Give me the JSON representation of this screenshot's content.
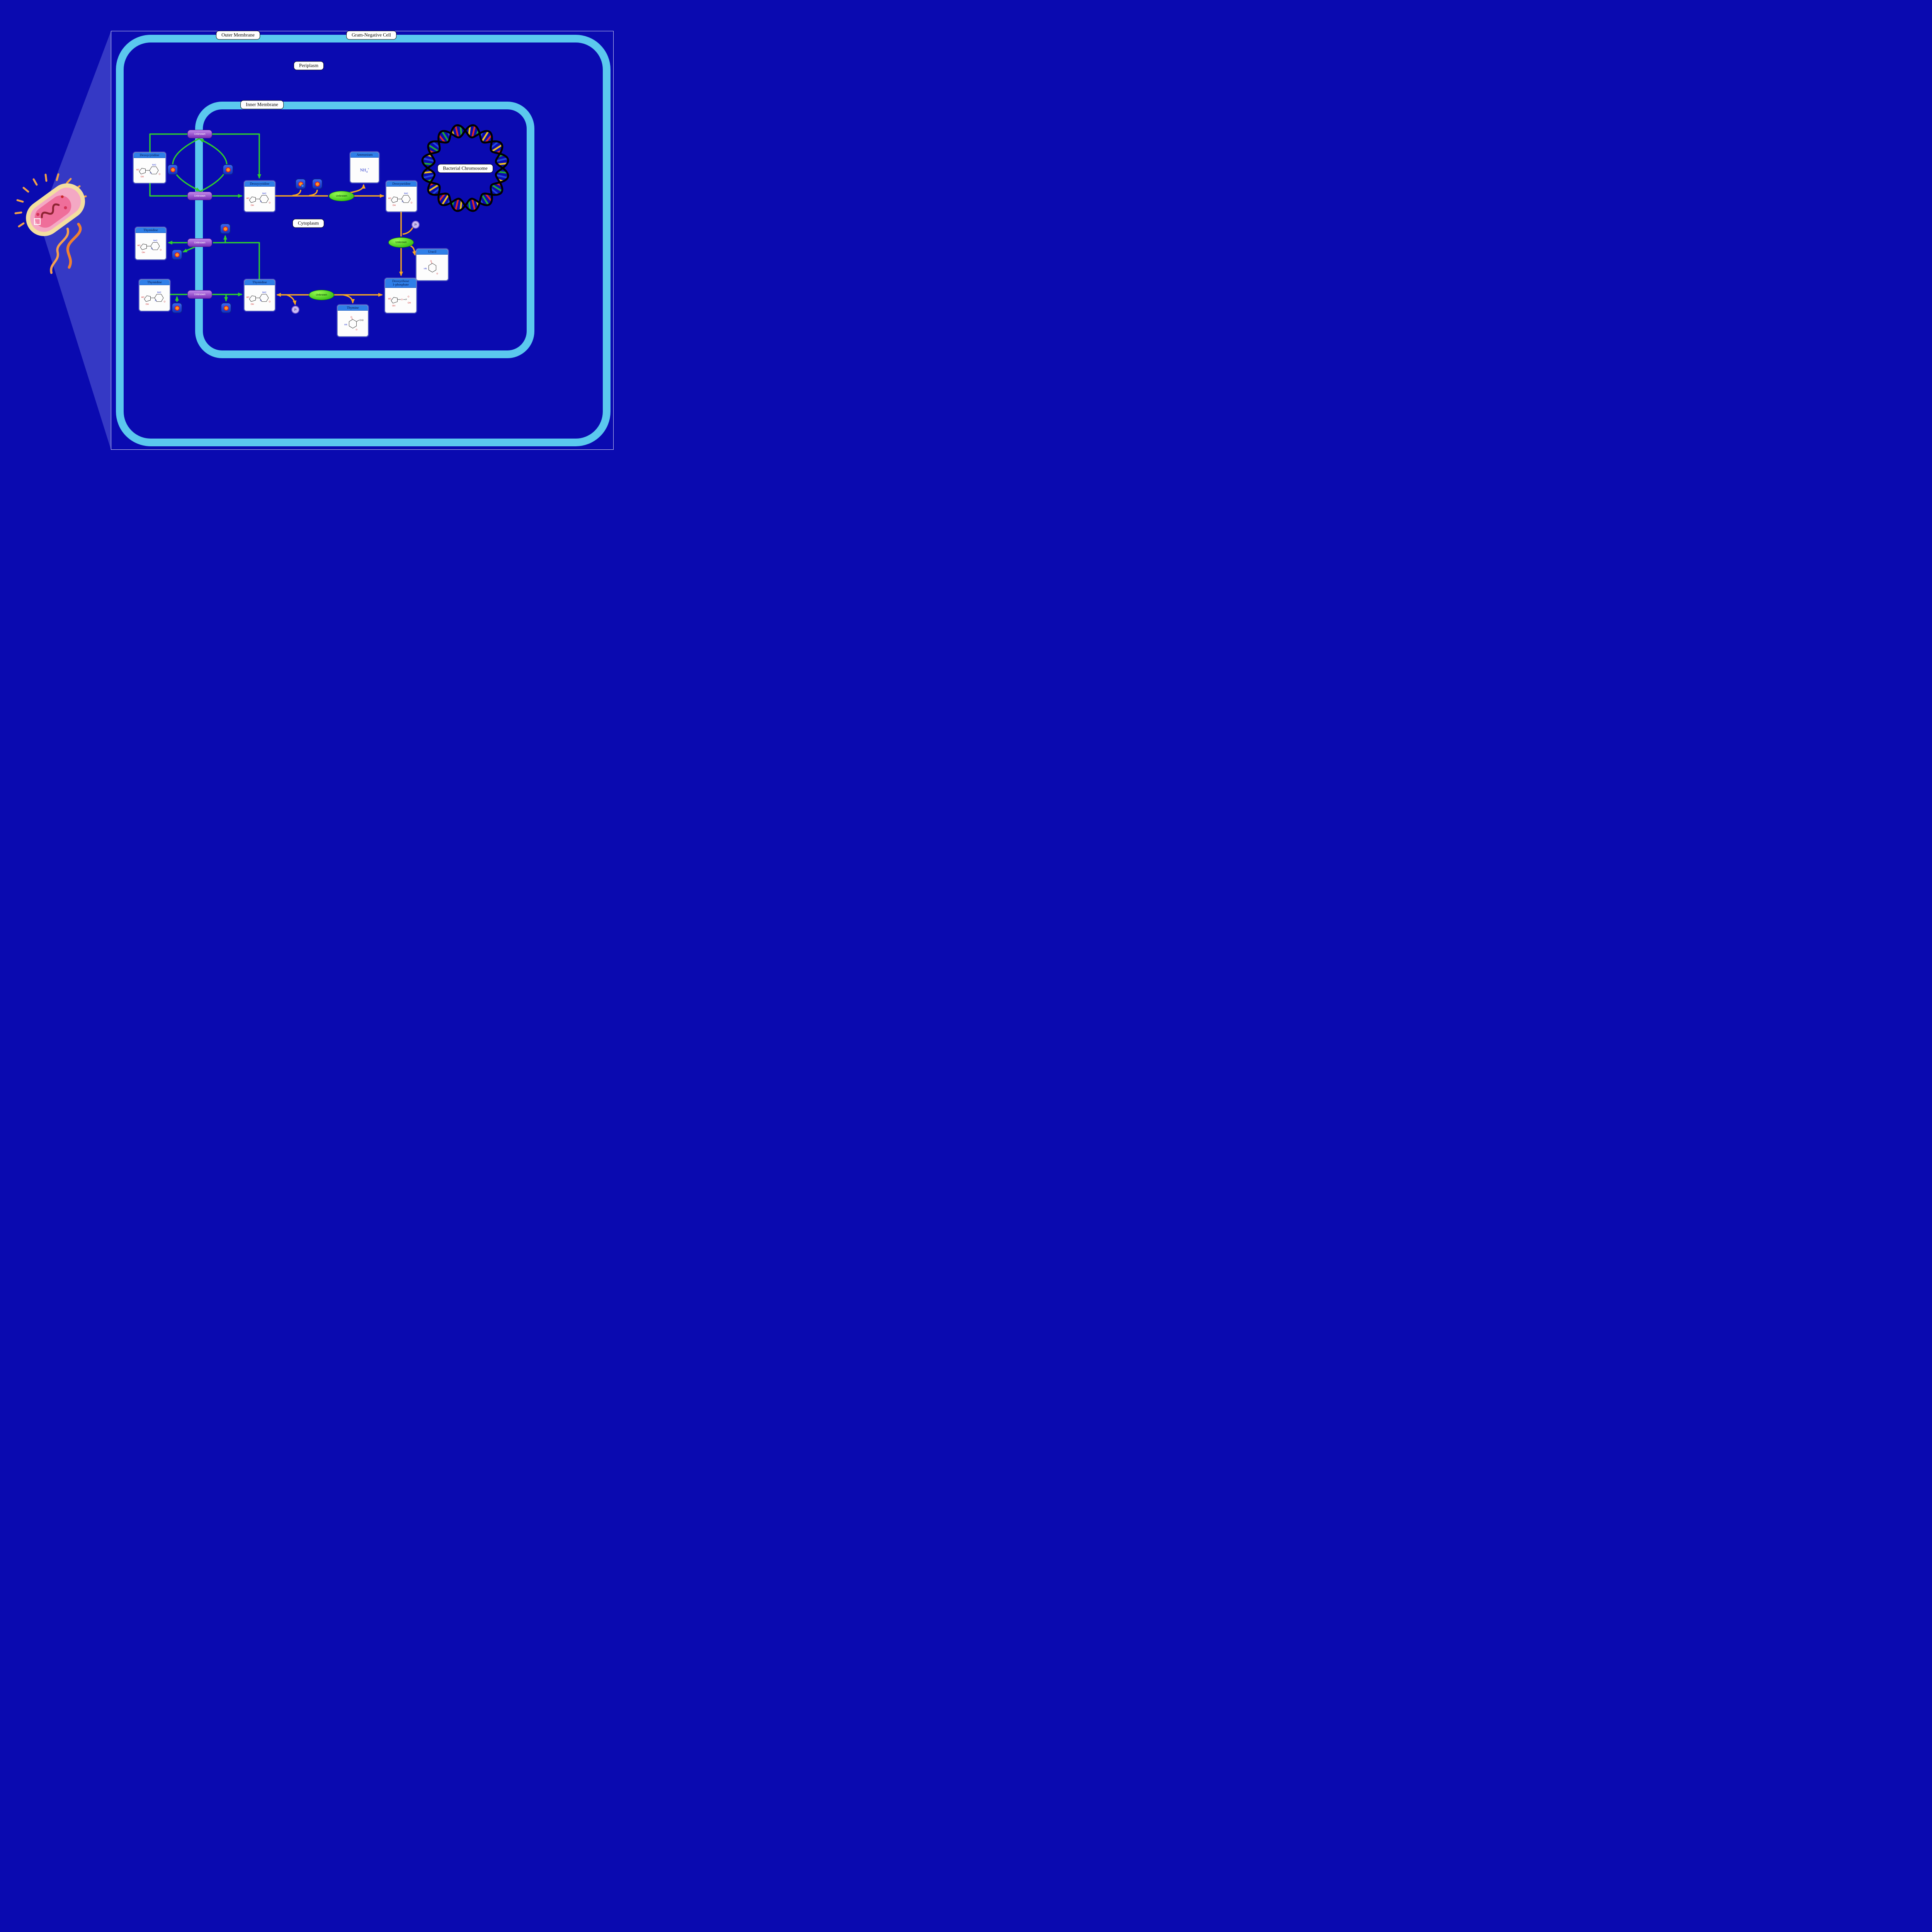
{
  "compartments": {
    "outer_membrane": "Outer Membrane",
    "gram_negative_cell": "Gram-Negative Cell",
    "periplasm": "Periplasm",
    "inner_membrane": "Inner Membrane",
    "cytoplasm": "Cytoplasm",
    "bacterial_chromosome": "Bacterial Chromosome"
  },
  "metabolites": [
    {
      "id": "deoxycytidine-periplasm",
      "label": "Deoxycytidine"
    },
    {
      "id": "deoxycytidine-cytoplasm",
      "label": "Deoxycytidine"
    },
    {
      "id": "ammonium",
      "label": "Ammonium",
      "formula_parts": [
        "NH",
        "4",
        "+"
      ]
    },
    {
      "id": "deoxyuridine",
      "label": "Deoxyuridine"
    },
    {
      "id": "thymidine-periplasm-1",
      "label": "Thymidine"
    },
    {
      "id": "thymidine-periplasm-2",
      "label": "Thymidine"
    },
    {
      "id": "thymidine-cytoplasm",
      "label": "Thymidine"
    },
    {
      "id": "uracil",
      "label": "Uracil"
    },
    {
      "id": "deoxyribose-1-phosphate",
      "label": "Deoxyribose 1-phosphate",
      "label_line1": "Deoxyribose",
      "label_line2": "1-phosphate"
    },
    {
      "id": "thymine",
      "label": "Thymine"
    }
  ],
  "transporters": [
    {
      "label": "Unknown"
    },
    {
      "label": "Unknown"
    },
    {
      "label": "Unknown"
    },
    {
      "label": "Unknown"
    }
  ],
  "enzymes": [
    {
      "label": "Unknown"
    },
    {
      "label": "Unknown"
    },
    {
      "label": "Unknown"
    }
  ],
  "cofactors": {
    "phosphate_parts": [
      "P",
      "i"
    ]
  },
  "chemistry": {
    "ho": "HO",
    "oh": "OH",
    "o": "O",
    "n": "N",
    "hn": "HN",
    "nh2": "NH2",
    "ch3": "CH3",
    "p": "P"
  },
  "colors": {
    "background": "#0a0ab0",
    "membrane": "#5bc8ee",
    "transport_arrow": "#2ecc2e",
    "reaction_arrow": "#f5a623",
    "transporter_fill": "#9b59d0",
    "enzyme_fill": "#3ecc1a",
    "metabolite_header": "#2f7fe8",
    "dna_bar_colors": [
      "#e02828",
      "#1fa83c",
      "#2248dd",
      "#f0c020"
    ]
  }
}
